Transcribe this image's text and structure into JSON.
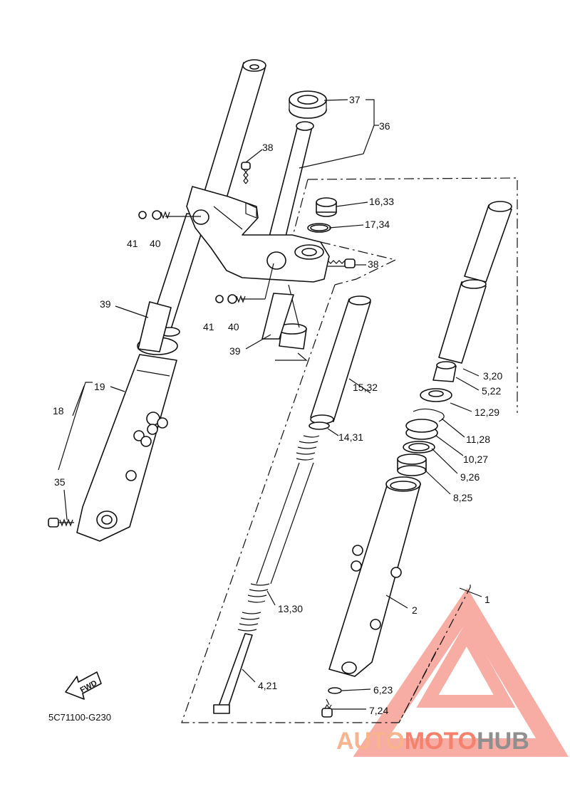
{
  "diagram_code": "5C71100-G230",
  "fwd_tag": "FWD",
  "labels": {
    "l1": "1",
    "l2": "2",
    "l3_20": "3,20",
    "l4_21": "4,21",
    "l5_22": "5,22",
    "l6_23": "6,23",
    "l7_24": "7,24",
    "l8_25": "8,25",
    "l9_26": "9,26",
    "l10_27": "10,27",
    "l11_28": "11,28",
    "l12_29": "12,29",
    "l13_30": "13,30",
    "l14_31": "14,31",
    "l15_32": "15,32",
    "l16_33": "16,33",
    "l17_34": "17,34",
    "l18": "18",
    "l19": "19",
    "l35": "35",
    "l36": "36",
    "l37": "37",
    "l38a": "38",
    "l38b": "38",
    "l39a": "39",
    "l39b": "39",
    "l40a": "40",
    "l40b": "40",
    "l41a": "41",
    "l41b": "41"
  },
  "watermark": {
    "part1": "AUTO",
    "part2": "MOTO",
    "part3": "HUB",
    "color_light": "#f8b48c",
    "color_mid": "#f4826e",
    "color_dark": "#8f8f8f"
  }
}
